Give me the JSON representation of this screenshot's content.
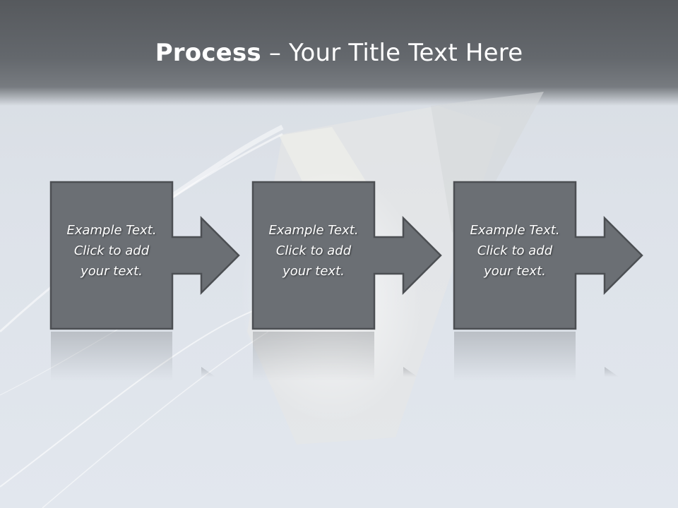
{
  "title": {
    "bold": "Process",
    "rest": " – Your Title Text Here"
  },
  "steps": [
    {
      "lines": [
        "Example Text.",
        "Click  to add",
        "your text."
      ]
    },
    {
      "lines": [
        "Example Text.",
        "Click  to add",
        "your text."
      ]
    },
    {
      "lines": [
        "Example Text.",
        "Click  to add",
        "your text."
      ]
    }
  ],
  "colors": {
    "box_fill": "#6b6f74",
    "box_border": "#4c4f53",
    "title_text": "#ffffff"
  }
}
